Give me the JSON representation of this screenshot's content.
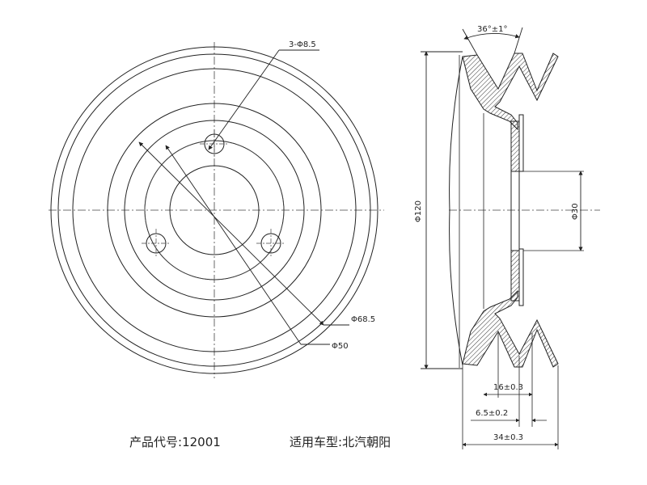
{
  "front_view": {
    "hole_callout": "3-Φ8.5",
    "dia_outer_step": "Φ68.5",
    "dia_inner_step": "Φ50"
  },
  "side_view": {
    "groove_angle": "36°±1°",
    "dia_outer": "Φ120",
    "dia_bore": "Φ30",
    "dim_groove_pitch": "16±0.3",
    "dim_offset": "6.5±0.2",
    "dim_total_width": "34±0.3"
  },
  "caption": {
    "code_label": "产品代号:",
    "code_value": "12001",
    "application_label": "适用车型:",
    "application_value": "北汽朝阳"
  }
}
